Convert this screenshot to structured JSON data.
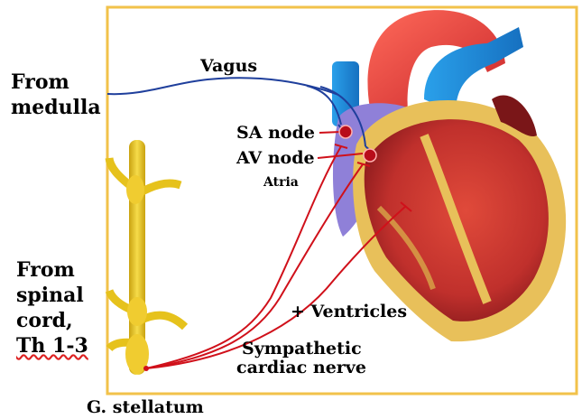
{
  "labels": {
    "from_medulla_line1": "From",
    "from_medulla_line2": "medulla",
    "vagus": "Vagus",
    "sa_node": "SA node",
    "av_node": "AV node",
    "atria": "Atria",
    "from_spinal_1": "From",
    "from_spinal_2": "spinal",
    "from_spinal_3": "cord,",
    "from_spinal_4": "Th 1-3",
    "ventricles": "+ Ventricles",
    "sympathetic_1": "Sympathetic",
    "sympathetic_2": "cardiac nerve",
    "stellatum": "G. stellatum"
  },
  "colors": {
    "frame": "#f2c24a",
    "vagus_nerve": "#1f3f9c",
    "sympathetic_nerve": "#d0101a",
    "heart_muscle": "#c8322e",
    "heart_fat": "#e8c05a",
    "atria": "#8f80d8",
    "vessels_blue": "#1e90d8",
    "spinal_chain": "#e8c21c"
  }
}
